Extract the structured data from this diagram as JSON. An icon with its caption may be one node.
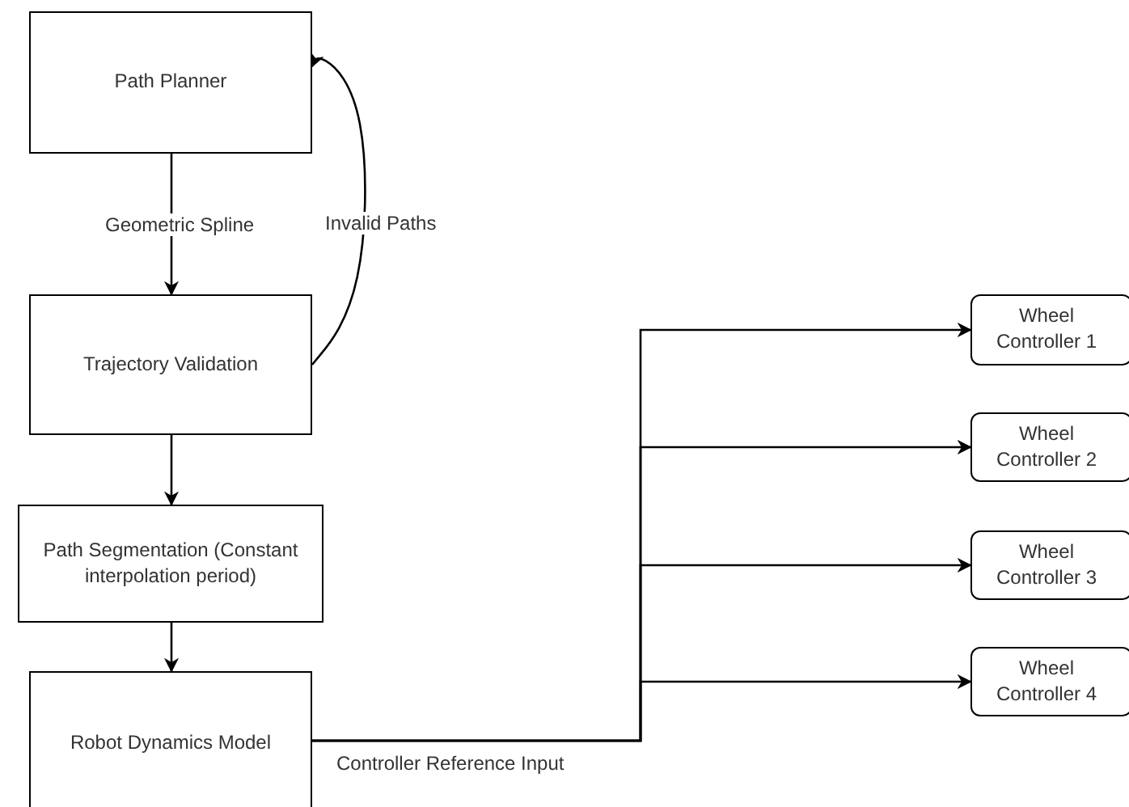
{
  "diagram": {
    "nodes": [
      {
        "text": [
          "Path Planner"
        ]
      },
      {
        "text": [
          "Trajectory Validation"
        ]
      },
      {
        "text": [
          "Path Segmentation (Constant interpolation period)"
        ]
      },
      {
        "text": [
          "Robot Dynamics Model"
        ]
      },
      {
        "text": [
          "Wheel Controller 1"
        ]
      },
      {
        "text": [
          "Wheel Controller 2"
        ]
      },
      {
        "text": [
          "Wheel Controller 3"
        ]
      },
      {
        "text": [
          "Wheel Controller 4"
        ]
      }
    ],
    "edges": [
      {
        "from": 0,
        "to": 1,
        "arrow": "to",
        "label": "Geometric Spline"
      },
      {
        "from": 1,
        "to": 0,
        "arrow": "to",
        "label": "Invalid Paths"
      },
      {
        "from": 1,
        "to": 2,
        "arrow": "to"
      },
      {
        "from": 2,
        "to": 3,
        "arrow": "to"
      },
      {
        "from": 3,
        "to": 4,
        "arrow": "to",
        "label": "Controller Reference Input"
      },
      {
        "from": 3,
        "to": 5,
        "arrow": "to"
      },
      {
        "from": 3,
        "to": 6,
        "arrow": "to"
      },
      {
        "from": 3,
        "to": 7,
        "arrow": "to"
      }
    ]
  }
}
